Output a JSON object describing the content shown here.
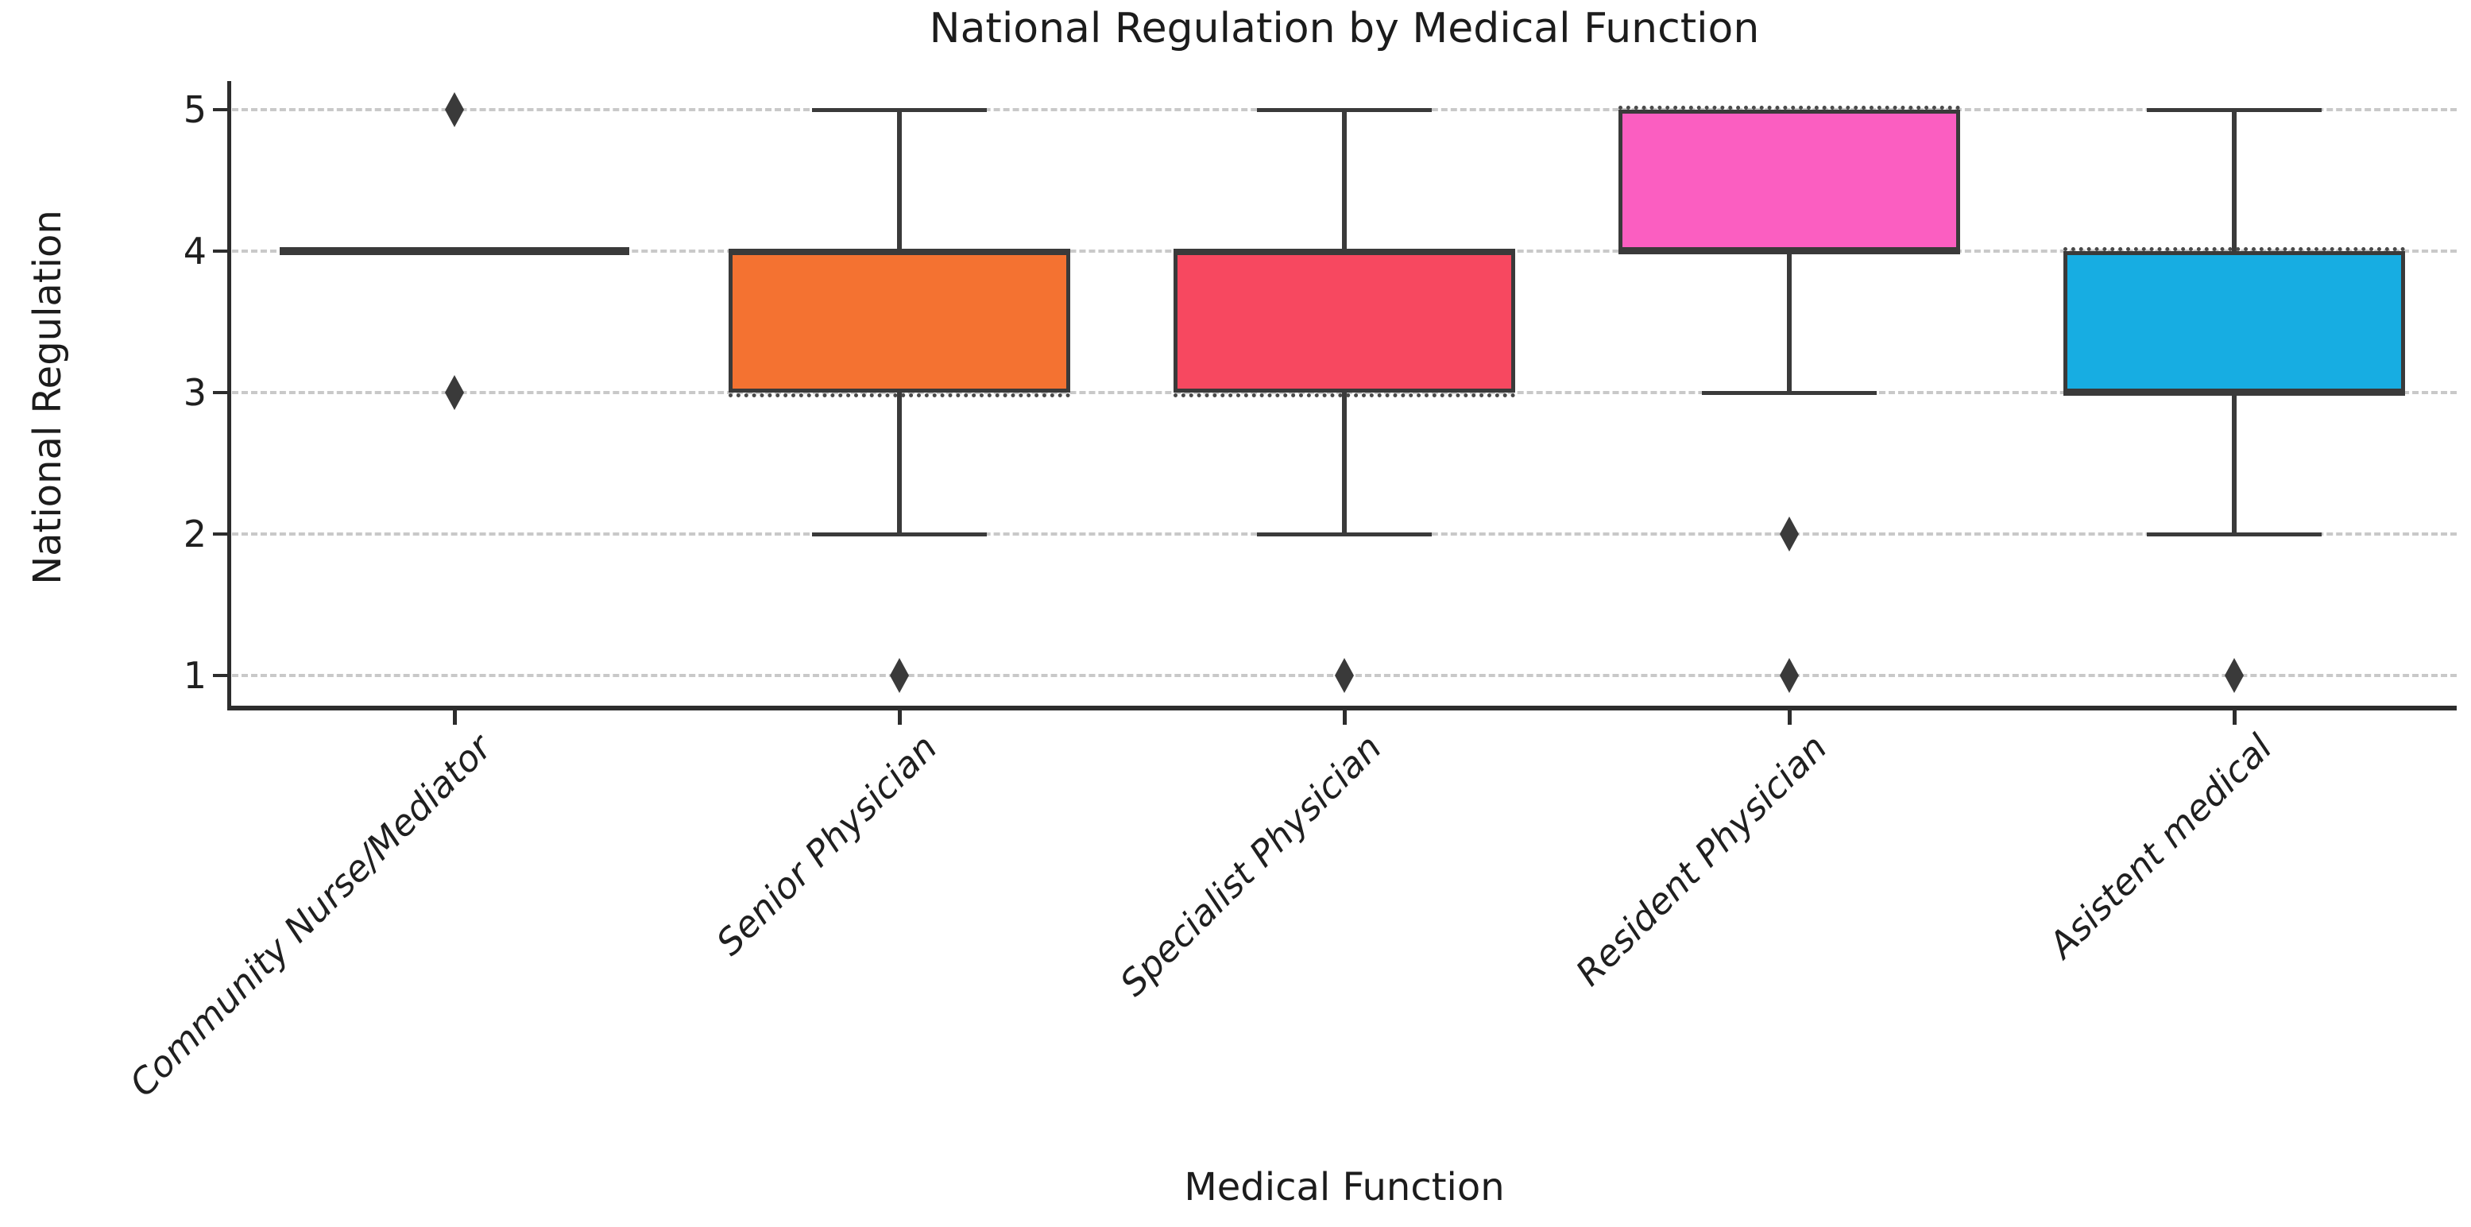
{
  "chart_data": {
    "type": "box",
    "title": "National Regulation by Medical Function",
    "xlabel": "Medical Function",
    "ylabel": "National Regulation",
    "yticks": [
      1,
      2,
      3,
      4,
      5
    ],
    "ylim": [
      1,
      5
    ],
    "grid": "horizontal-dashed",
    "legend": "none",
    "outlier_marker": "thin-diamond",
    "colors": {
      "box_edge": "#3a3a3a",
      "whisker": "#3a3a3a",
      "outlier": "#3a3a3a",
      "spine": "#2d2d2d",
      "gridline": "#c9c9c9",
      "text": "#1f1f1f"
    },
    "series": [
      {
        "label": "Community Nurse/Mediator",
        "color": null,
        "q1": 4,
        "median": 4,
        "q3": 4,
        "whisker_low": 4,
        "whisker_high": 4,
        "outliers": [
          5,
          3
        ],
        "gridline_dots_edge": null
      },
      {
        "label": "Senior Physician",
        "color": "#f47231",
        "q1": 3,
        "median": 4,
        "q3": 4,
        "whisker_low": 2,
        "whisker_high": 5,
        "outliers": [
          1
        ],
        "gridline_dots_edge": "bottom"
      },
      {
        "label": "Specialist Physician",
        "color": "#f74860",
        "q1": 3,
        "median": 4,
        "q3": 4,
        "whisker_low": 2,
        "whisker_high": 5,
        "outliers": [
          1
        ],
        "gridline_dots_edge": "bottom"
      },
      {
        "label": "Resident Physician",
        "color": "#fb5ec1",
        "q1": 4,
        "median": 4,
        "q3": 5,
        "whisker_low": 3,
        "whisker_high": 5,
        "outliers": [
          2,
          1
        ],
        "gridline_dots_edge": "top"
      },
      {
        "label": "Asistent medical",
        "color": "#17ade2",
        "q1": 3,
        "median": 3,
        "q3": 4,
        "whisker_low": 2,
        "whisker_high": 5,
        "outliers": [
          1
        ],
        "gridline_dots_edge": "top"
      }
    ]
  }
}
